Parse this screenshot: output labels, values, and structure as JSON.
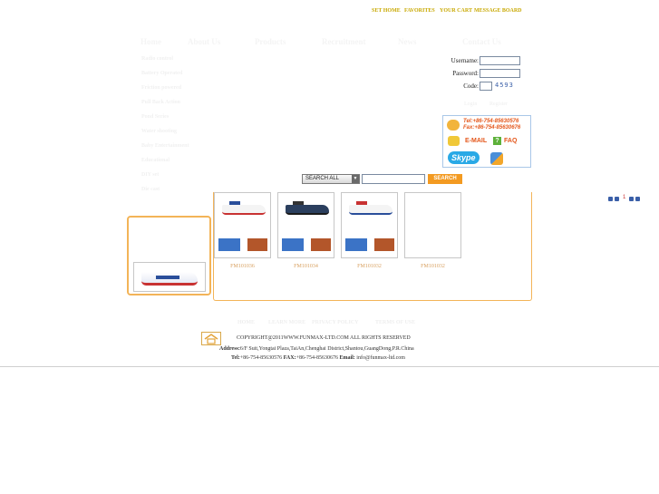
{
  "top_links": [
    "SET HOME",
    "FAVORITES",
    "YOUR CART",
    "MESSAGE BOARD"
  ],
  "nav": [
    "Home",
    "About Us",
    "Products",
    "Recruitment",
    "News",
    "Contact Us"
  ],
  "categories": [
    "Radio control",
    "Battery Operated",
    "Friction powered",
    "Pull Back Action",
    "Pond Series",
    "Water shooting",
    "Baby Entertainment",
    "Educational",
    "DIY set",
    "Die cast"
  ],
  "login": {
    "username_label": "Username:",
    "password_label": "Password:",
    "code_label": "Code:",
    "captcha": "4593",
    "login_link": "Login",
    "register_link": "Register"
  },
  "contact_box": {
    "tel": "Tel:+86-754-85630576",
    "fax": "Fax:+86-754-85630676",
    "email": "E-MAIL",
    "faq": "FAQ",
    "skype": "Skype"
  },
  "search": {
    "select_value": "SEARCH ALL",
    "button": "SEARCH"
  },
  "products": [
    "FM101036",
    "FM101034",
    "FM101032",
    "FM101032"
  ],
  "pagination": {
    "current": "1"
  },
  "footer": {
    "links": [
      "HOME",
      "LEARN MORE",
      "PRIVACY POLICY",
      "TERMS OF USE"
    ],
    "copyright": "COPYRIGHT@2011WWW.FUNMAX-LTD.COM ALL RIGHTS RESERVED",
    "address_label": "Address:",
    "address": "6/F Suit,Yongtai Plaza,TaiAn,Chenghai District,Shantou,GuangDong,P.R.China",
    "tel_label": "Tel:",
    "tel": "+86-754-85630576",
    "fax_label": "FAX:",
    "fax": "+86-754-85630676",
    "email_label": "Email:",
    "email": "info@funmax-ltd.com"
  },
  "colors": {
    "gold": "#c8a800",
    "orange": "#f39a21",
    "accent_blue": "#3a5fa8"
  }
}
